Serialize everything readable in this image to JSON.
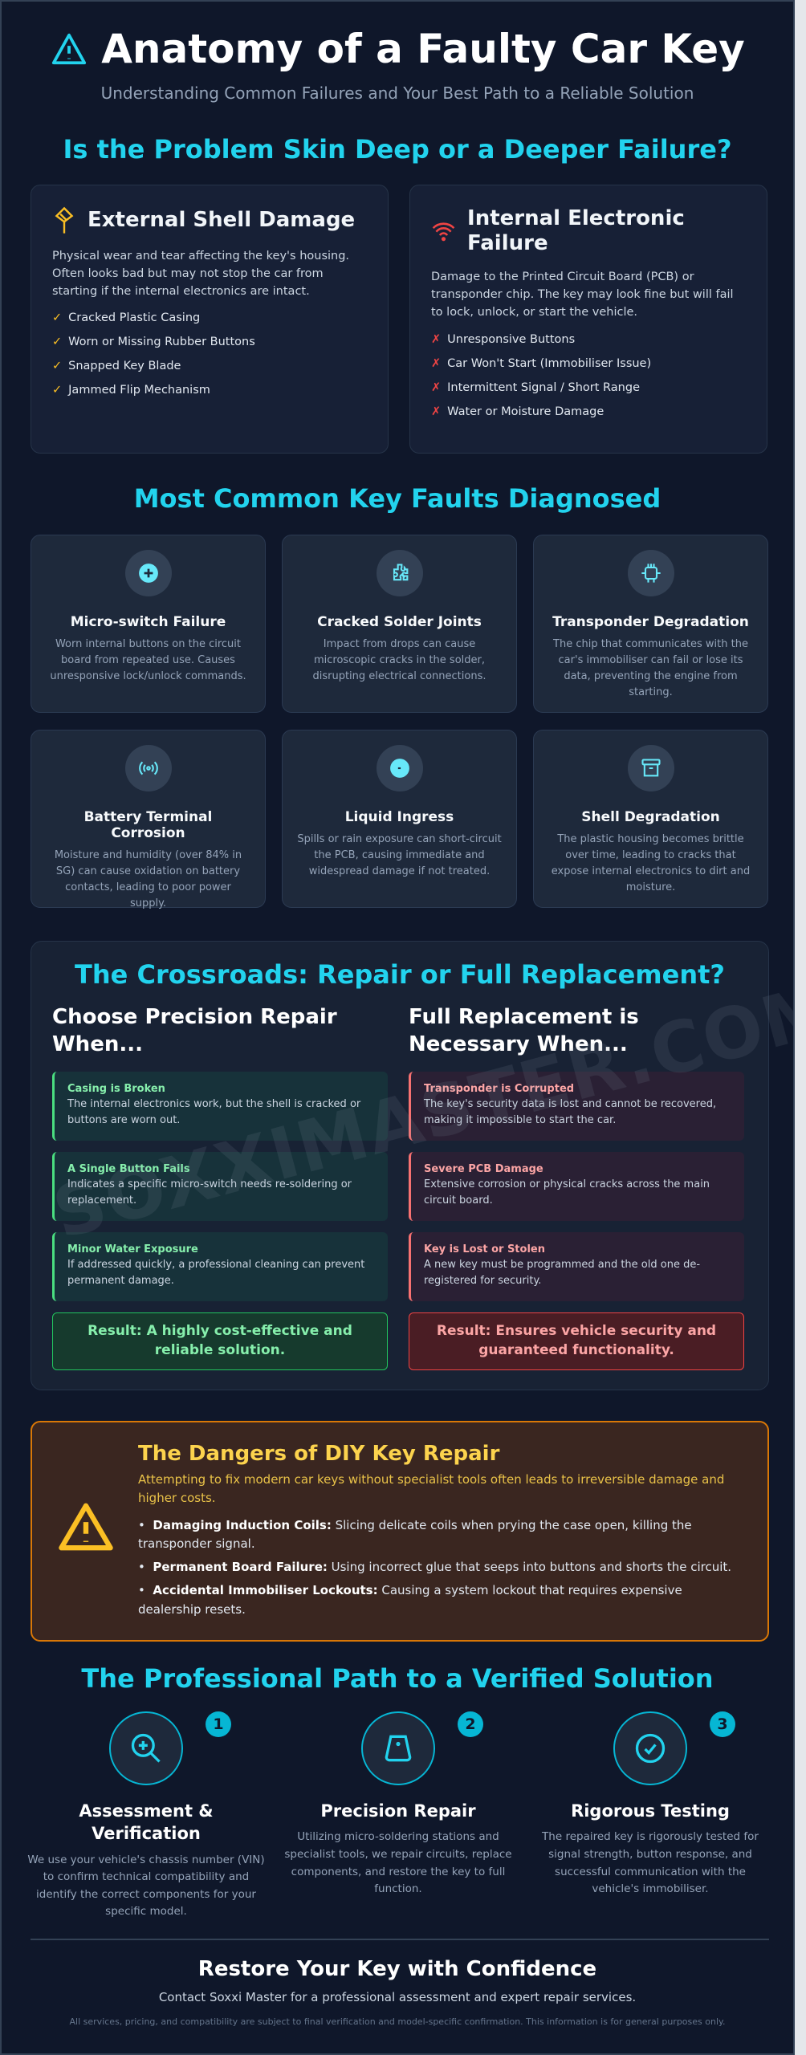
{
  "header": {
    "title": "Anatomy of a Faulty Car Key",
    "subtitle": "Understanding Common Failures and Your Best Path to a Reliable Solution",
    "icon": "warning-triangle-icon"
  },
  "comparison": {
    "title": "Is the Problem Skin Deep or a Deeper Failure?",
    "external": {
      "title": "External Shell Damage",
      "icon": "broken-key-icon",
      "description": "Physical wear and tear affecting the key's housing. Often looks bad but may not stop the car from starting if the internal electronics are intact.",
      "marker": "✓",
      "items": [
        "Cracked Plastic Casing",
        "Worn or Missing Rubber Buttons",
        "Snapped Key Blade",
        "Jammed Flip Mechanism"
      ]
    },
    "internal": {
      "title": "Internal Electronic Failure",
      "icon": "wifi-signal-icon",
      "description": "Damage to the Printed Circuit Board (PCB) or transponder chip. The key may look fine but will fail to lock, unlock, or start the vehicle.",
      "marker": "✗",
      "items": [
        "Unresponsive Buttons",
        "Car Won't Start (Immobiliser Issue)",
        "Intermittent Signal / Short Range",
        "Water or Moisture Damage"
      ]
    }
  },
  "faults": {
    "title": "Most Common Key Faults Diagnosed",
    "items": [
      {
        "title": "Micro-switch Failure",
        "icon": "plus-circle-icon",
        "description": "Worn internal buttons on the circuit board from repeated use. Causes unresponsive lock/unlock commands."
      },
      {
        "title": "Cracked Solder Joints",
        "icon": "puzzle-icon",
        "description": "Impact from drops can cause microscopic cracks in the solder, disrupting electrical connections."
      },
      {
        "title": "Transponder Degradation",
        "icon": "chip-icon",
        "description": "The chip that communicates with the car's immobiliser can fail or lose its data, preventing the engine from starting."
      },
      {
        "title": "Battery Terminal Corrosion",
        "icon": "broadcast-icon",
        "description": "Moisture and humidity (over 84% in SG) can cause oxidation on battery contacts, leading to poor power supply."
      },
      {
        "title": "Liquid Ingress",
        "icon": "droplet-icon",
        "description": "Spills or rain exposure can short-circuit the PCB, causing immediate and widespread damage if not treated."
      },
      {
        "title": "Shell Degradation",
        "icon": "archive-box-icon",
        "description": "The plastic housing becomes brittle over time, leading to cracks that expose internal electronics to dirt and moisture."
      }
    ]
  },
  "crossroads": {
    "title": "The Crossroads: Repair or Full Replacement?",
    "watermark": "SOXXIMASTER.COM",
    "repair": {
      "heading": "Choose Precision Repair When...",
      "items": [
        {
          "title": "Casing is Broken",
          "text": "The internal electronics work, but the shell is cracked or buttons are worn out."
        },
        {
          "title": "A Single Button Fails",
          "text": "Indicates a specific micro-switch needs re-soldering or replacement."
        },
        {
          "title": "Minor Water Exposure",
          "text": "If addressed quickly, a professional cleaning can prevent permanent damage."
        }
      ],
      "result": "Result: A highly cost-effective and reliable solution."
    },
    "replace": {
      "heading": "Full Replacement is Necessary When...",
      "items": [
        {
          "title": "Transponder is Corrupted",
          "text": "The key's security data is lost and cannot be recovered, making it impossible to start the car."
        },
        {
          "title": "Severe PCB Damage",
          "text": "Extensive corrosion or physical cracks across the main circuit board."
        },
        {
          "title": "Key is Lost or Stolen",
          "text": "A new key must be programmed and the old one de-registered for security."
        }
      ],
      "result": "Result: Ensures vehicle security and guaranteed functionality."
    }
  },
  "dangers": {
    "title": "The Dangers of DIY Key Repair",
    "icon": "warning-triangle-icon",
    "description": "Attempting to fix modern car keys without specialist tools often leads to irreversible damage and higher costs.",
    "items": [
      {
        "label": "Damaging Induction Coils:",
        "text": " Slicing delicate coils when prying the case open, killing the transponder signal."
      },
      {
        "label": "Permanent Board Failure:",
        "text": " Using incorrect glue that seeps into buttons and shorts the circuit."
      },
      {
        "label": "Accidental Immobiliser Lockouts:",
        "text": " Causing a system lockout that requires expensive dealership resets."
      }
    ]
  },
  "process": {
    "title": "The Professional Path to a Verified Solution",
    "steps": [
      {
        "number": "1",
        "icon": "zoom-in-icon",
        "title": "Assessment & Verification",
        "description": "We use your vehicle's chassis number (VIN) to confirm technical compatibility and identify the correct components for your specific model."
      },
      {
        "number": "2",
        "icon": "key-fob-icon",
        "title": "Precision Repair",
        "description": "Utilizing micro-soldering stations and specialist tools, we repair circuits, replace components, and restore the key to full function."
      },
      {
        "number": "3",
        "icon": "check-circle-icon",
        "title": "Rigorous Testing",
        "description": "The repaired key is rigorously tested for signal strength, button response, and successful communication with the vehicle's immobiliser."
      }
    ]
  },
  "footer": {
    "title": "Restore Your Key with Confidence",
    "text": "Contact Soxxi Master for a professional assessment and expert repair services.",
    "disclaimer": "All services, pricing, and compatibility are subject to final verification and model-specific confirmation. This information is for general purposes only."
  },
  "colors": {
    "background": "#0f172a",
    "accent": "#22d3ee",
    "repair": "#4ade80",
    "replace": "#f87171",
    "warning": "#fbbf24"
  }
}
